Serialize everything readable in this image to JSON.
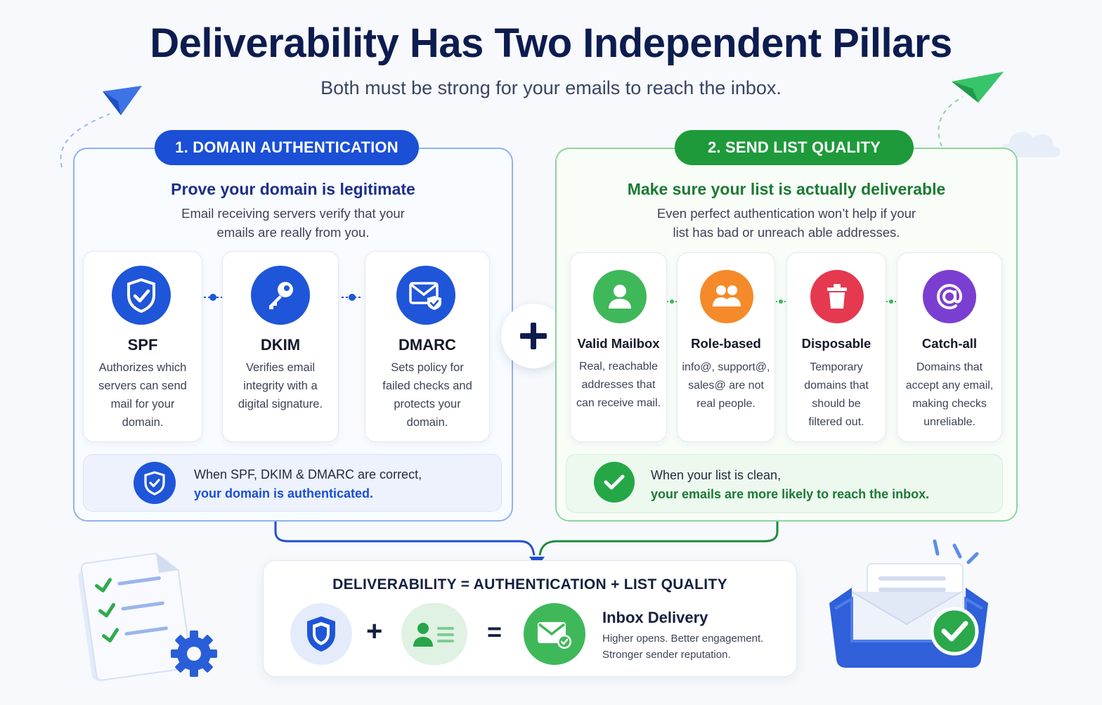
{
  "header": {
    "title": "Deliverability Has Two Independent Pillars",
    "subtitle": "Both must be strong for your emails to reach the inbox."
  },
  "colors": {
    "blue": "#1a4fd6",
    "green": "#1f9a3b",
    "navy": "#0d1c4f"
  },
  "pillar1": {
    "badge": "1. DOMAIN AUTHENTICATION",
    "heading": "Prove your domain is legitimate",
    "desc_line1": "Email receiving servers verify that your",
    "desc_line2": "emails are really from you.",
    "cards": [
      {
        "icon": "shield-check-icon",
        "title": "SPF",
        "lines": [
          "Authorizes which",
          "servers can send",
          "mail for your",
          "domain."
        ]
      },
      {
        "icon": "key-icon",
        "title": "DKIM",
        "lines": [
          "Verifies email",
          "integrity with a",
          "digital signature."
        ]
      },
      {
        "icon": "envelope-shield-icon",
        "title": "DMARC",
        "lines": [
          "Sets policy for",
          "failed checks and",
          "protects your",
          "domain."
        ]
      }
    ],
    "note_line1": "When SPF, DKIM & DMARC are correct,",
    "note_line2": "your domain is authenticated."
  },
  "pillar2": {
    "badge": "2. SEND LIST QUALITY",
    "heading": "Make sure your list is actually deliverable",
    "desc_line1": "Even perfect authentication won’t help if your",
    "desc_line2": "list has bad or unreach able addresses.",
    "cards": [
      {
        "icon": "user-icon",
        "title": "Valid Mailbox",
        "lines": [
          "Real, reachable",
          "addresses that",
          "can receive mail."
        ]
      },
      {
        "icon": "group-icon",
        "title": "Role-based",
        "lines": [
          "info@, support@,",
          "sales@ are not",
          "real people."
        ]
      },
      {
        "icon": "trash-icon",
        "title": "Disposable",
        "lines": [
          "Temporary",
          "domains that",
          "should be",
          "filtered out."
        ]
      },
      {
        "icon": "at-sign-icon",
        "title": "Catch-all",
        "lines": [
          "Domains that",
          "accept any email,",
          "making checks",
          "unreliable."
        ]
      }
    ],
    "note_line1": "When your list is clean,",
    "note_line2": "your emails are more likely to reach the inbox."
  },
  "bottom": {
    "formula": "DELIVERABILITY = AUTHENTICATION + LIST QUALITY",
    "plus": "+",
    "equals": "=",
    "result_title": "Inbox Delivery",
    "result_line1": "Higher opens. Better engagement.",
    "result_line2": "Stronger sender reputation."
  }
}
